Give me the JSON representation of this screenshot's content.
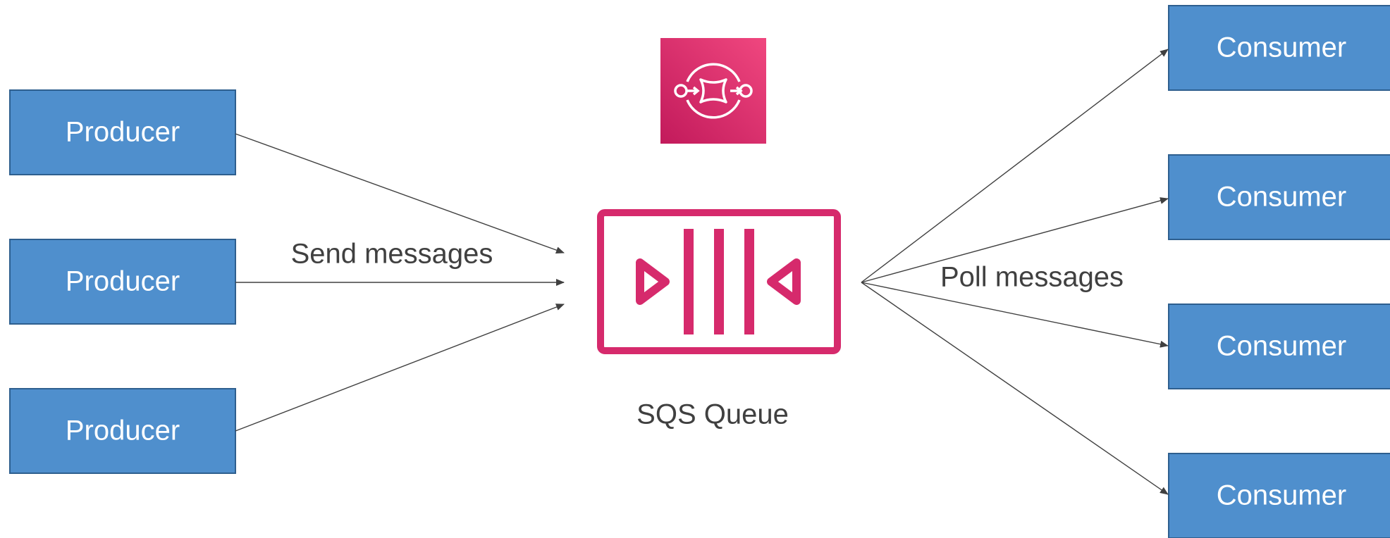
{
  "diagram": {
    "producers": [
      {
        "label": "Producer"
      },
      {
        "label": "Producer"
      },
      {
        "label": "Producer"
      }
    ],
    "consumers": [
      {
        "label": "Consumer"
      },
      {
        "label": "Consumer"
      },
      {
        "label": "Consumer"
      },
      {
        "label": "Consumer"
      }
    ],
    "send_label": "Send messages",
    "poll_label": "Poll messages",
    "queue_label": "SQS Queue",
    "service_icon": "sqs-service-icon",
    "queue_icon": "sqs-queue-icon"
  },
  "colors": {
    "box_fill": "#4f8fcd",
    "box_border": "#2e5f8f",
    "box_text": "#ffffff",
    "sqs_pink": "#d62a6c",
    "sqs_gradient_start": "#f0477f",
    "sqs_gradient_end": "#c21a5b",
    "line": "#404040"
  }
}
